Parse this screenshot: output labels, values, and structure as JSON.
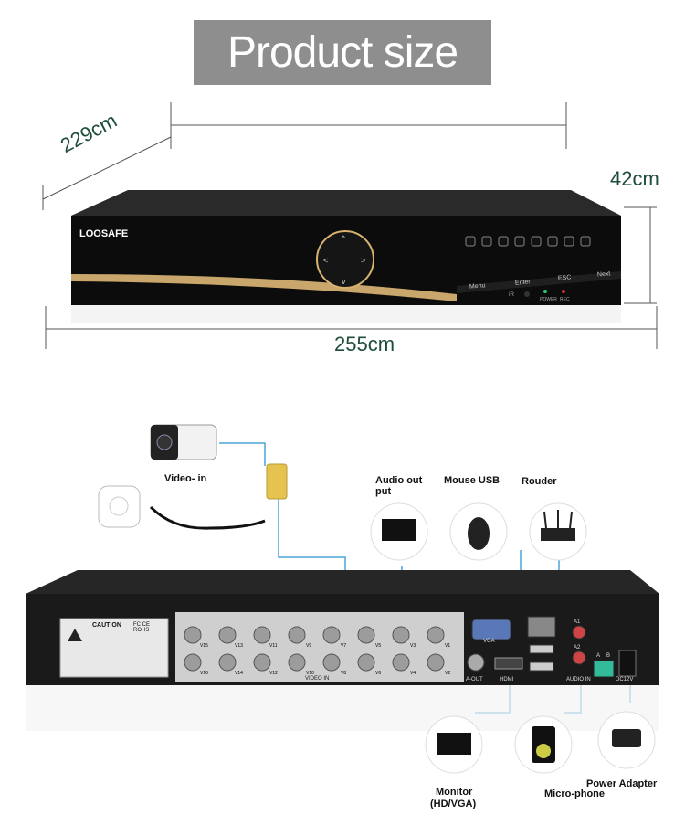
{
  "banner": {
    "title": "Product size"
  },
  "dimensions": {
    "depth": "229cm",
    "height": "42cm",
    "width": "255cm"
  },
  "front_panel": {
    "brand": "LOOSAFE",
    "buttons": [
      "Menu",
      "Enter",
      "ESC",
      "Next"
    ],
    "indicators": [
      "IR",
      "POWER",
      "REC"
    ]
  },
  "connections": {
    "video_in": "Video- in",
    "audio_out": "Audio out put",
    "mouse_usb": "Mouse USB",
    "router": "Rouder",
    "monitor": "Monitor",
    "monitor_sub": "(HD/VGA)",
    "microphone": "Micro-phone",
    "power_adapter": "Power Adapter"
  },
  "rear_panel": {
    "caution": "CAUTION",
    "certs": "FC CE ROHS",
    "video_in_label": "VIDEO IN",
    "ports": [
      "VGA",
      "A-OUT",
      "HDMI",
      "AUDIO IN",
      "DC12V"
    ],
    "audio_channels": [
      "A1",
      "A2"
    ],
    "terminals": [
      "A",
      "B"
    ],
    "channels_top": [
      "V15",
      "V13",
      "V11",
      "V9",
      "V7",
      "V5",
      "V3",
      "V1"
    ],
    "channels_bottom": [
      "V16",
      "V14",
      "V12",
      "V10",
      "V8",
      "V6",
      "V4",
      "V2"
    ]
  },
  "colors": {
    "banner_bg": "#8e8e8e",
    "dimension_text": "#1e4d3a",
    "cable": "#4aa3d8",
    "panel": "#1a1a1a"
  }
}
